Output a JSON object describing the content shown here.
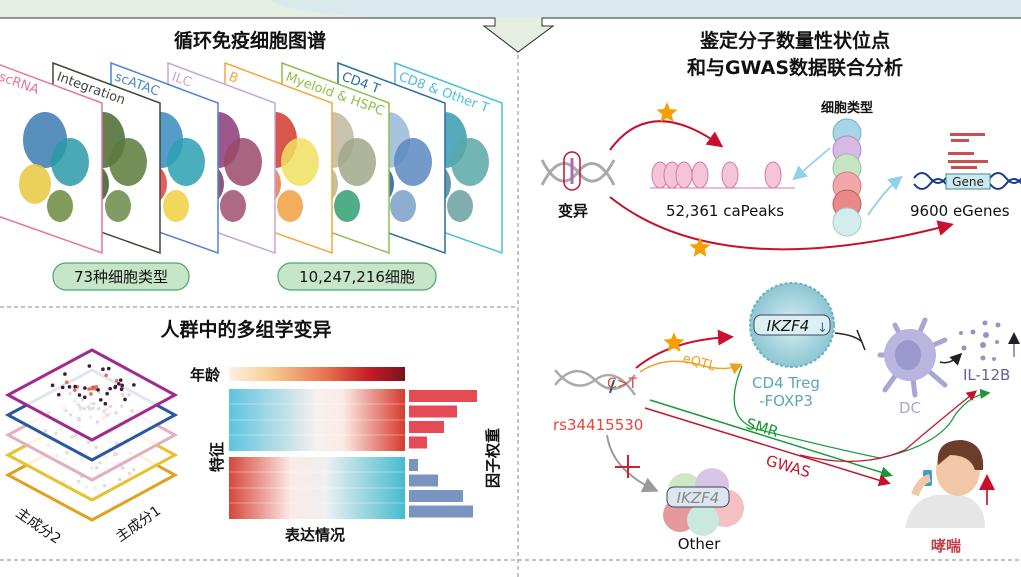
{
  "atlas": {
    "title": "循环免疫细胞图谱",
    "panels": [
      {
        "label": "scRNA",
        "color": "#e8739c"
      },
      {
        "label": "Integration",
        "color": "#3d4a3a"
      },
      {
        "label": "scATAC",
        "color": "#4f84d0"
      },
      {
        "label": "ILC",
        "color": "#c9a6d6"
      },
      {
        "label": "B",
        "color": "#f3a93a"
      },
      {
        "label": "Myeloid & HSPC",
        "color": "#8cc04a"
      },
      {
        "label": "CD4 T",
        "color": "#2a6fa0"
      },
      {
        "label": "CD8 & Other T",
        "color": "#49c0dc"
      }
    ],
    "cell_types_badge": "73种细胞类型",
    "cell_count_badge": "10,247,216细胞",
    "badge_color": "#c6e5c9"
  },
  "multiomics": {
    "title": "人群中的多组学变异",
    "pc1_label": "主成分1",
    "pc2_label": "主成分2",
    "age_label": "年龄",
    "feature_label": "特征",
    "expression_label": "表达情况",
    "factor_weight_label": "因子权重",
    "positive_weights": [
      68,
      48,
      35,
      18
    ],
    "negative_weights": [
      9,
      29,
      54,
      64
    ],
    "positive_color": "#e54b55",
    "negative_color": "#7a94c2"
  },
  "qtl": {
    "title_line1": "鉴定分子数量性状位点",
    "title_line2": "和与GWAS数据联合分析",
    "variant_label": "变异",
    "capeaks_label": "52,361 caPeaks",
    "cell_types_label": "细胞类型",
    "gene_label": "Gene",
    "egenes_label": "9600 eGenes",
    "arrow_color": "#c8102e",
    "star_color": "#f5a000"
  },
  "mechanism": {
    "snp_change": "C>T",
    "snp_id": "rs34415530",
    "eqtl_label": "eQTL",
    "smr_label": "SMR",
    "gwas_label": "GWAS",
    "treg_gene": "IKZF4",
    "treg_line1": "CD4 Treg",
    "treg_line2": "-FOXP3",
    "dc_label": "DC",
    "cytokine_label": "IL-12B",
    "other_gene": "IKZF4",
    "other_label": "Other",
    "disease_label": "哮喘",
    "colors": {
      "snp": "#e8453c",
      "eqtl": "#f0a020",
      "smr": "#1a9a3a",
      "gwas": "#c01830",
      "treg": "#5aa6b8",
      "dc": "#a8a6d4",
      "disease": "#c0404a"
    }
  }
}
